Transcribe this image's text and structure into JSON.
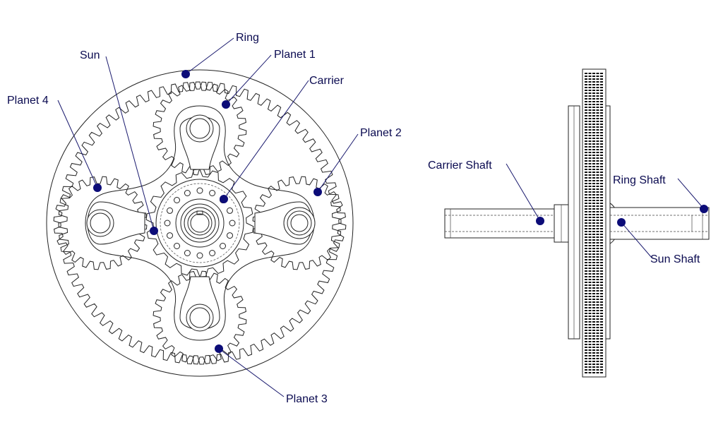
{
  "labels": {
    "ring": "Ring",
    "sun": "Sun",
    "planet1": "Planet 1",
    "carrier": "Carrier",
    "planet4": "Planet 4",
    "planet2": "Planet 2",
    "planet3": "Planet 3",
    "carrier_shaft": "Carrier Shaft",
    "ring_shaft": "Ring Shaft",
    "sun_shaft": "Sun Shaft"
  },
  "colors": {
    "line": "#222222",
    "label": "#0a0a50",
    "marker": "#0c0c78"
  },
  "gear_teeth": {
    "ring_internal": 72,
    "planet": 24,
    "sun": 18
  }
}
